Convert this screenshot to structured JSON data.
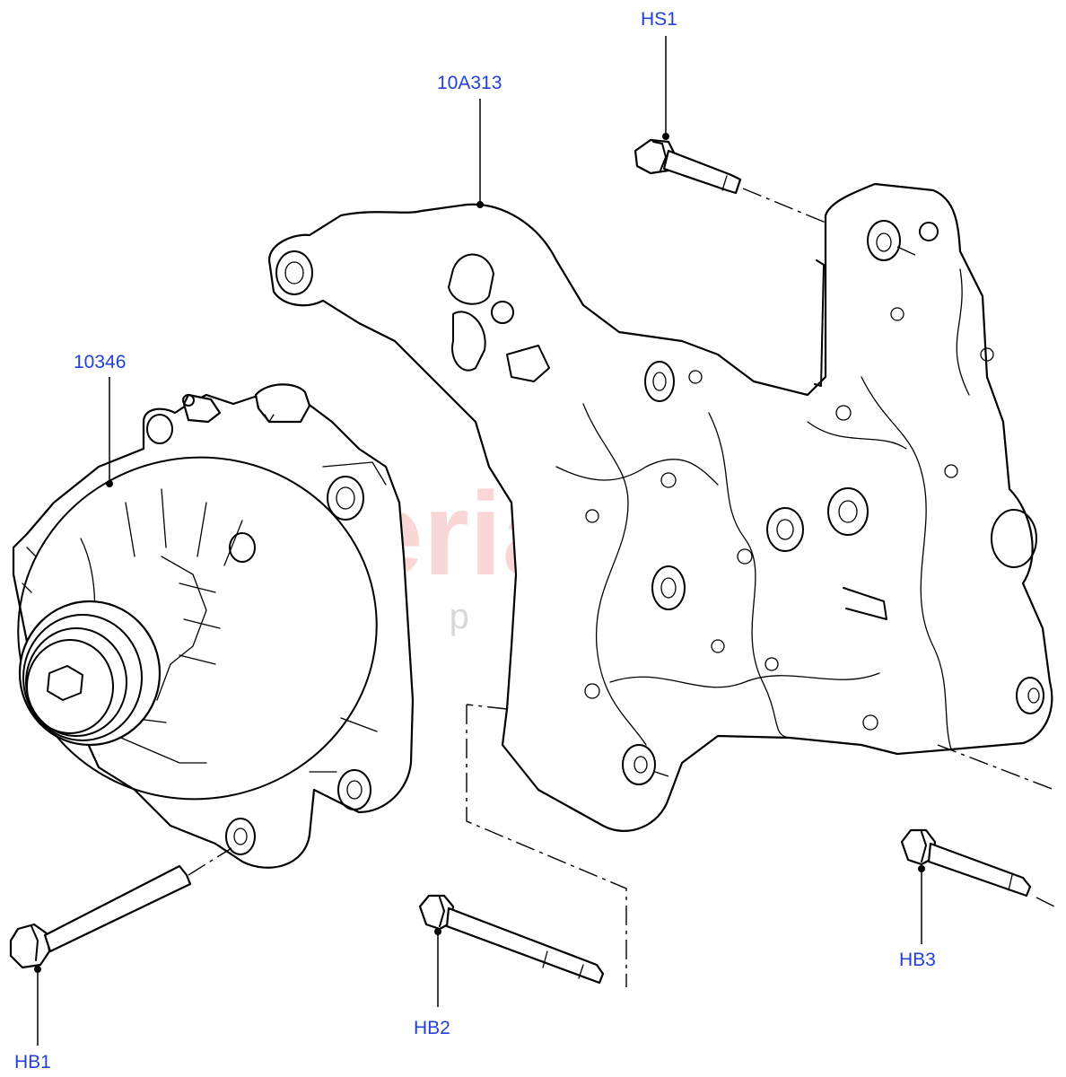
{
  "diagram": {
    "parts": [
      {
        "id": "alternator",
        "callout": "10346"
      },
      {
        "id": "alternator-bracket",
        "callout": "10A313"
      },
      {
        "id": "stud-bolt",
        "callout": "HS1"
      },
      {
        "id": "bolt-1",
        "callout": "HB1"
      },
      {
        "id": "bolt-2",
        "callout": "HB2"
      },
      {
        "id": "bolt-3",
        "callout": "HB3"
      }
    ]
  },
  "watermark": {
    "brand": "scuderia",
    "sub": "car parts"
  }
}
